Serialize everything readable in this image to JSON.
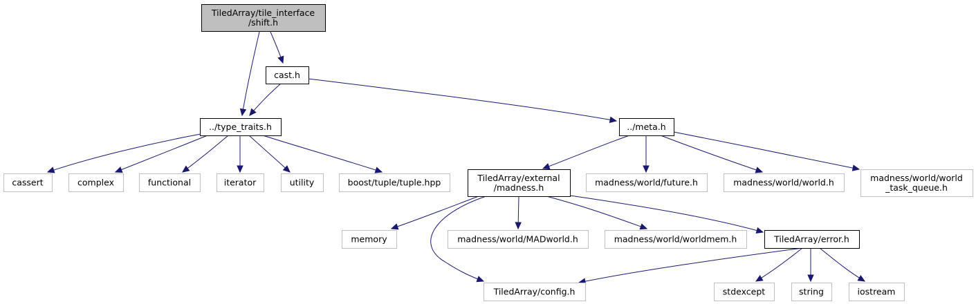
{
  "diagram": {
    "colors": {
      "edge": "#191970",
      "root_fill": "#bfbfbf",
      "documented_border": "#000000",
      "external_border": "#bfbfbf",
      "background": "#ffffff"
    },
    "nodes": [
      {
        "id": "shift",
        "lines": [
          "TiledArray/tile_interface",
          "/shift.h"
        ],
        "kind": "root"
      },
      {
        "id": "cast",
        "lines": [
          "cast.h"
        ],
        "kind": "documented"
      },
      {
        "id": "type_traits",
        "lines": [
          "../type_traits.h"
        ],
        "kind": "documented"
      },
      {
        "id": "meta",
        "lines": [
          "../meta.h"
        ],
        "kind": "documented"
      },
      {
        "id": "cassert",
        "lines": [
          "cassert"
        ],
        "kind": "external"
      },
      {
        "id": "complex",
        "lines": [
          "complex"
        ],
        "kind": "external"
      },
      {
        "id": "functional",
        "lines": [
          "functional"
        ],
        "kind": "external"
      },
      {
        "id": "iterator",
        "lines": [
          "iterator"
        ],
        "kind": "external"
      },
      {
        "id": "utility",
        "lines": [
          "utility"
        ],
        "kind": "external"
      },
      {
        "id": "tuple",
        "lines": [
          "boost/tuple/tuple.hpp"
        ],
        "kind": "external"
      },
      {
        "id": "madness",
        "lines": [
          "TiledArray/external",
          "/madness.h"
        ],
        "kind": "documented"
      },
      {
        "id": "future",
        "lines": [
          "madness/world/future.h"
        ],
        "kind": "external"
      },
      {
        "id": "world",
        "lines": [
          "madness/world/world.h"
        ],
        "kind": "external"
      },
      {
        "id": "taskq",
        "lines": [
          "madness/world/world",
          "_task_queue.h"
        ],
        "kind": "external"
      },
      {
        "id": "memory",
        "lines": [
          "memory"
        ],
        "kind": "external"
      },
      {
        "id": "madworld",
        "lines": [
          "madness/world/MADworld.h"
        ],
        "kind": "external"
      },
      {
        "id": "worldmem",
        "lines": [
          "madness/world/worldmem.h"
        ],
        "kind": "external"
      },
      {
        "id": "error",
        "lines": [
          "TiledArray/error.h"
        ],
        "kind": "documented"
      },
      {
        "id": "config",
        "lines": [
          "TiledArray/config.h"
        ],
        "kind": "external"
      },
      {
        "id": "stdexcept",
        "lines": [
          "stdexcept"
        ],
        "kind": "external"
      },
      {
        "id": "string",
        "lines": [
          "string"
        ],
        "kind": "external"
      },
      {
        "id": "iostream",
        "lines": [
          "iostream"
        ],
        "kind": "external"
      }
    ],
    "edges": [
      {
        "from": "shift",
        "to": "type_traits"
      },
      {
        "from": "shift",
        "to": "cast"
      },
      {
        "from": "cast",
        "to": "type_traits"
      },
      {
        "from": "cast",
        "to": "meta"
      },
      {
        "from": "type_traits",
        "to": "cassert"
      },
      {
        "from": "type_traits",
        "to": "complex"
      },
      {
        "from": "type_traits",
        "to": "functional"
      },
      {
        "from": "type_traits",
        "to": "iterator"
      },
      {
        "from": "type_traits",
        "to": "utility"
      },
      {
        "from": "type_traits",
        "to": "tuple"
      },
      {
        "from": "meta",
        "to": "madness"
      },
      {
        "from": "meta",
        "to": "future"
      },
      {
        "from": "meta",
        "to": "world"
      },
      {
        "from": "meta",
        "to": "taskq"
      },
      {
        "from": "madness",
        "to": "memory"
      },
      {
        "from": "madness",
        "to": "madworld"
      },
      {
        "from": "madness",
        "to": "worldmem"
      },
      {
        "from": "madness",
        "to": "error"
      },
      {
        "from": "madness",
        "to": "config"
      },
      {
        "from": "error",
        "to": "config"
      },
      {
        "from": "error",
        "to": "stdexcept"
      },
      {
        "from": "error",
        "to": "string"
      },
      {
        "from": "error",
        "to": "iostream"
      }
    ]
  }
}
